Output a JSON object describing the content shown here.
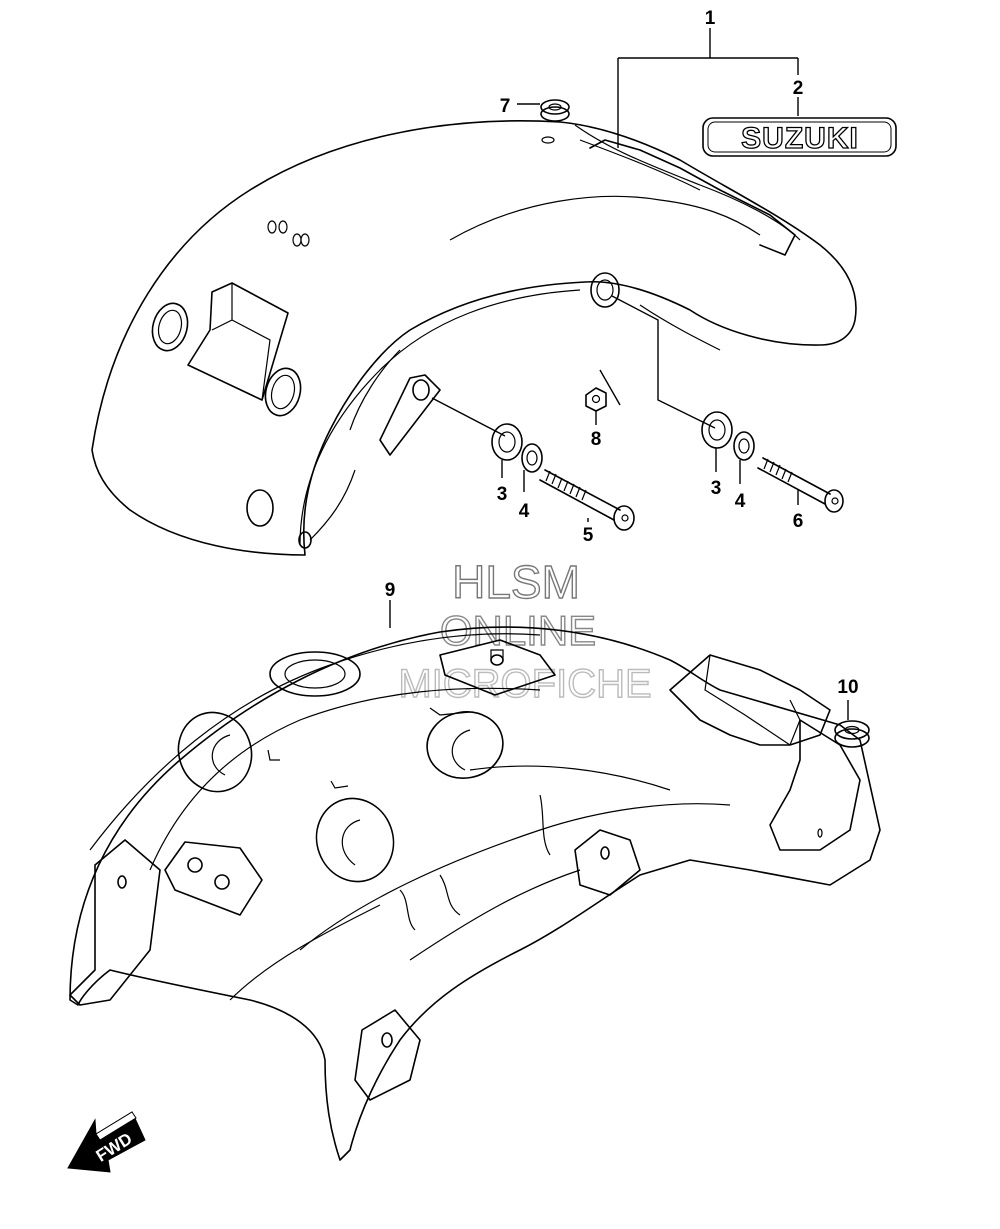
{
  "callouts": {
    "c1": "1",
    "c2": "2",
    "c3a": "3",
    "c3b": "3",
    "c4a": "4",
    "c4b": "4",
    "c5": "5",
    "c6": "6",
    "c7": "7",
    "c8": "8",
    "c9": "9",
    "c10": "10"
  },
  "emblem": {
    "text": "SUZUKI"
  },
  "watermark": {
    "line1": "HLSM",
    "line2": "ONLINE",
    "line3": "MICROFICHE"
  },
  "fwd_arrow": {
    "label": "FWD"
  },
  "colors": {
    "line": "#000000",
    "background": "#ffffff",
    "watermark": "#888888"
  }
}
